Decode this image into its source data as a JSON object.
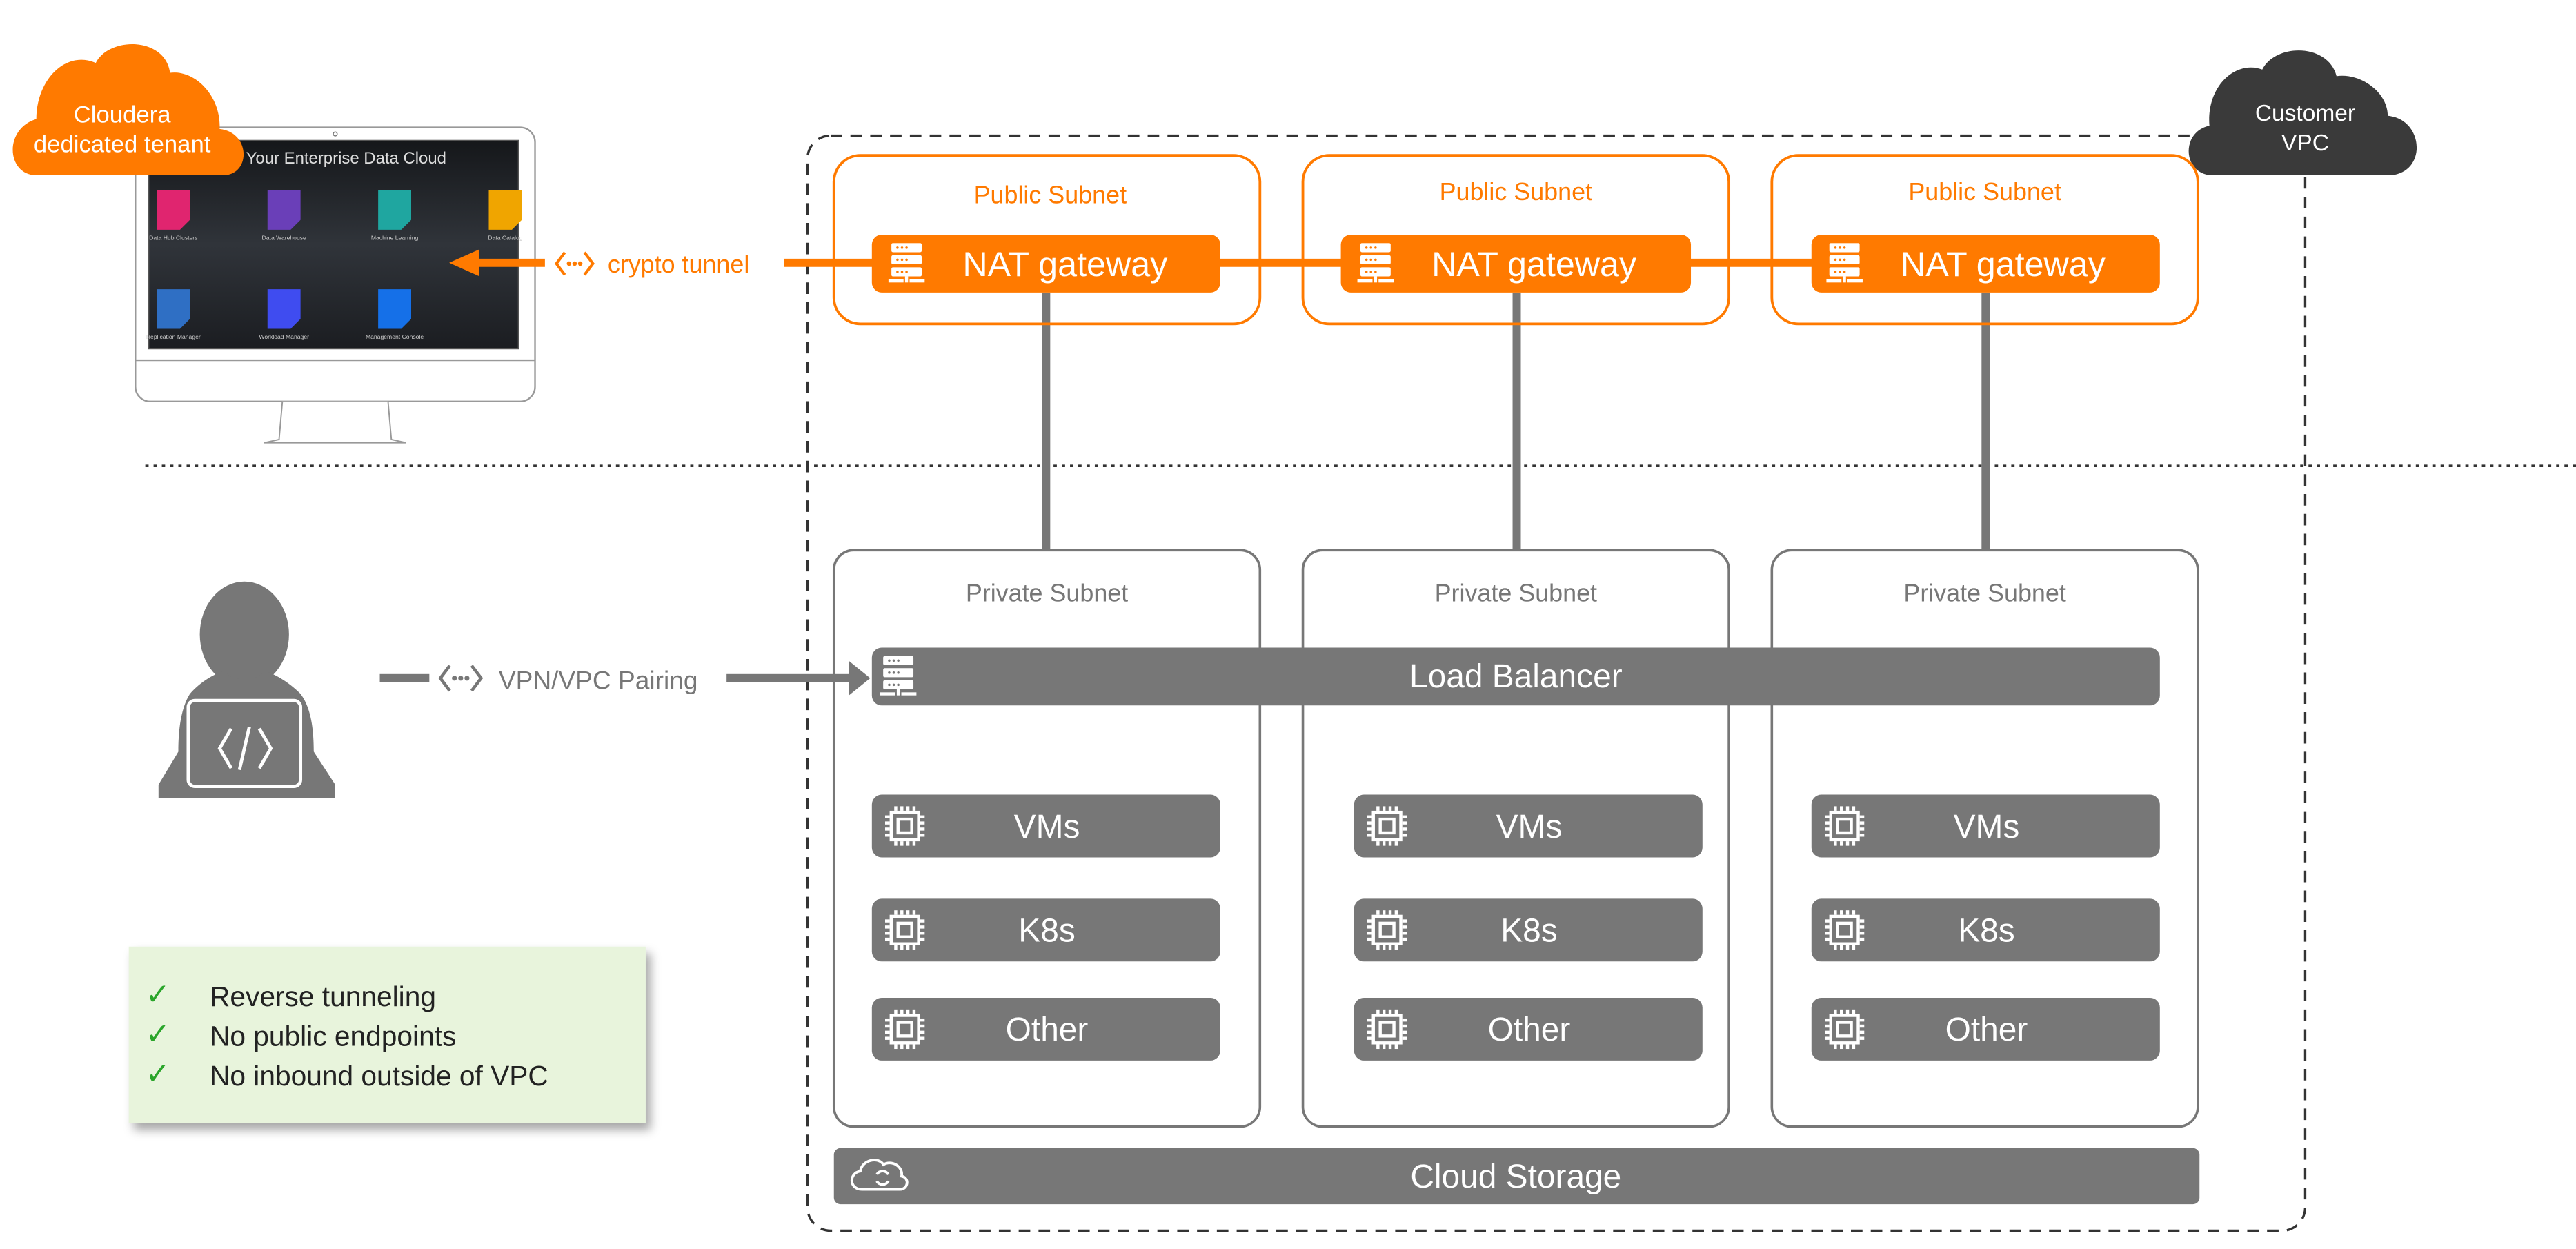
{
  "colors": {
    "orange": "#ff7a00",
    "gray": "#777777",
    "dark_cloud": "#3a3a3a",
    "checklist_bg": "#e8f4dc",
    "check": "#2aa52a"
  },
  "tenant_cloud": {
    "line1": "Cloudera",
    "line2": "dedicated tenant"
  },
  "monitor": {
    "title": "Your Enterprise Data Cloud",
    "tiles": [
      {
        "label": "Data Hub Clusters",
        "color": "#e0256f"
      },
      {
        "label": "Data Warehouse",
        "color": "#6a3fb8"
      },
      {
        "label": "Machine Learning",
        "color": "#1fa6a0"
      },
      {
        "label": "Data Catalog",
        "color": "#f0a500"
      },
      {
        "label": "Replication Manager",
        "color": "#2f6fc4"
      },
      {
        "label": "Workload Manager",
        "color": "#3f4cf0"
      },
      {
        "label": "Management Console",
        "color": "#1570e8"
      }
    ]
  },
  "crypto_tunnel": {
    "label": "crypto tunnel",
    "icon": "tunnel-dots-icon"
  },
  "vpn": {
    "label": "VPN/VPC Pairing",
    "icon": "tunnel-dots-icon"
  },
  "customer_vpc": {
    "line1": "Customer",
    "line2": "VPC"
  },
  "public_subnets": [
    {
      "title": "Public Subnet",
      "gateway": "NAT gateway"
    },
    {
      "title": "Public Subnet",
      "gateway": "NAT gateway"
    },
    {
      "title": "Public Subnet",
      "gateway": "NAT gateway"
    }
  ],
  "private_subnets": [
    {
      "title": "Private Subnet",
      "resources": [
        "VMs",
        "K8s",
        "Other"
      ]
    },
    {
      "title": "Private Subnet",
      "resources": [
        "VMs",
        "K8s",
        "Other"
      ]
    },
    {
      "title": "Private Subnet",
      "resources": [
        "VMs",
        "K8s",
        "Other"
      ]
    }
  ],
  "load_balancer": "Load Balancer",
  "cloud_storage": "Cloud Storage",
  "checklist": [
    "Reverse tunneling",
    "No public endpoints",
    "No inbound outside of VPC"
  ],
  "check_mark": "✓"
}
